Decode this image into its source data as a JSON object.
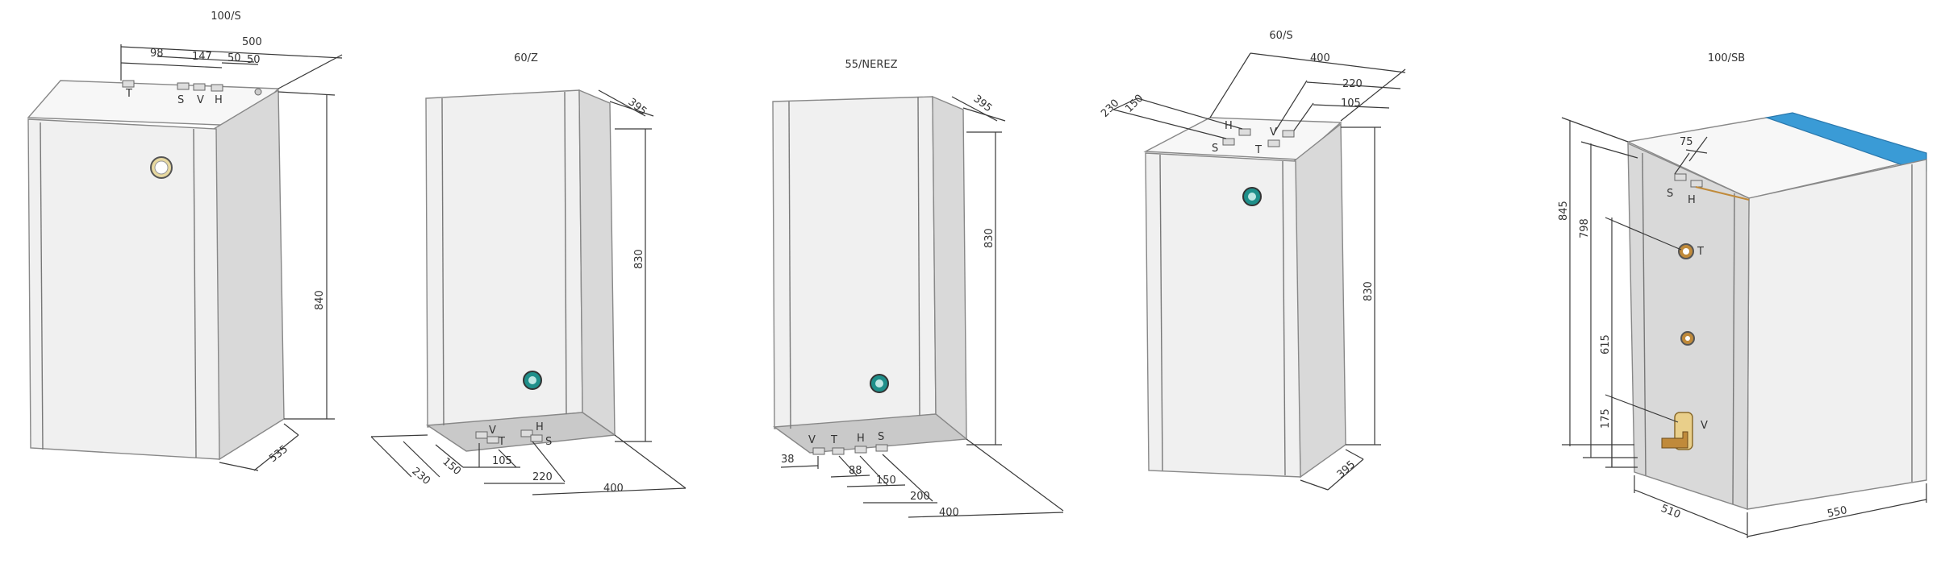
{
  "colors": {
    "panel_front": "#f0f0f0",
    "panel_side": "#d9d9d9",
    "panel_top": "#f7f7f7",
    "gauge": "#1f8f8a",
    "insulation_blue": "#3a9bd6",
    "valve_brass": "#c08a3a"
  },
  "units": [
    {
      "title": "100/S",
      "dims": {
        "width": "500",
        "offset1": "98",
        "offset2": "147",
        "offset3": "50",
        "offset4": "50",
        "height": "840",
        "depth": "535"
      },
      "ports": {
        "t": "T",
        "s": "S",
        "v": "V",
        "h": "H"
      },
      "icons": [
        "pressure-gauge-icon"
      ]
    },
    {
      "title": "60/Z",
      "dims": {
        "depth_top": "395",
        "height": "830",
        "d230": "230",
        "d150": "150",
        "d105": "105",
        "d220": "220",
        "d400": "400"
      },
      "ports": {
        "v": "V",
        "t": "T",
        "h": "H",
        "s": "S"
      },
      "icons": [
        "gauge-icon"
      ]
    },
    {
      "title": "55/NEREZ",
      "dims": {
        "depth_top": "395",
        "height": "830",
        "d38": "38",
        "d88": "88",
        "d150": "150",
        "d200": "200",
        "d400": "400"
      },
      "ports": {
        "v": "V",
        "t": "T",
        "h": "H",
        "s": "S"
      },
      "icons": [
        "gauge-icon"
      ]
    },
    {
      "title": "60/S",
      "dims": {
        "width": "400",
        "d220": "220",
        "d105": "105",
        "d230": "230",
        "d150": "150",
        "height": "830",
        "depth": "395"
      },
      "ports": {
        "h": "H",
        "s": "S",
        "v": "V",
        "t": "T"
      },
      "icons": [
        "gauge-icon"
      ]
    },
    {
      "title": "100/SB",
      "dims": {
        "d75": "75",
        "h845": "845",
        "h798": "798",
        "h615": "615",
        "h175": "175",
        "depth": "510",
        "width": "550"
      },
      "ports": {
        "s": "S",
        "h": "H",
        "t": "T",
        "v": "V"
      },
      "icons": [
        "flange-icon",
        "valve-icon"
      ]
    }
  ]
}
